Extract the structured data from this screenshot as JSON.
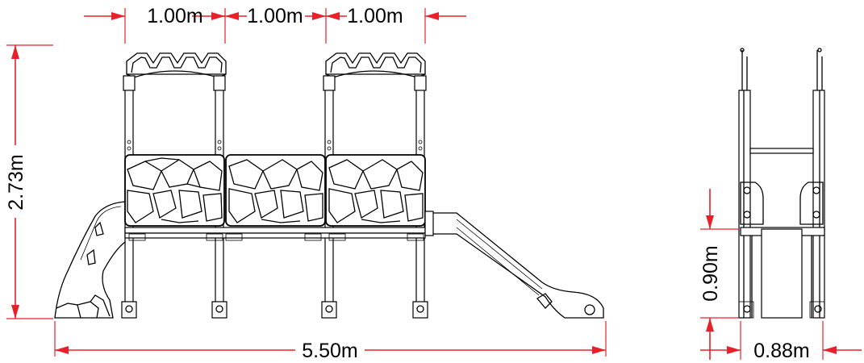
{
  "colors": {
    "dimension": "#e8202a",
    "ink": "#000000",
    "background": "#ffffff"
  },
  "dimensions": {
    "top_spacing_1": "1.00m",
    "top_spacing_2": "1.00m",
    "top_spacing_3": "1.00m",
    "height": "2.73m",
    "total_length": "5.50m",
    "side_platform_height": "0.90m",
    "side_width": "0.88m"
  }
}
